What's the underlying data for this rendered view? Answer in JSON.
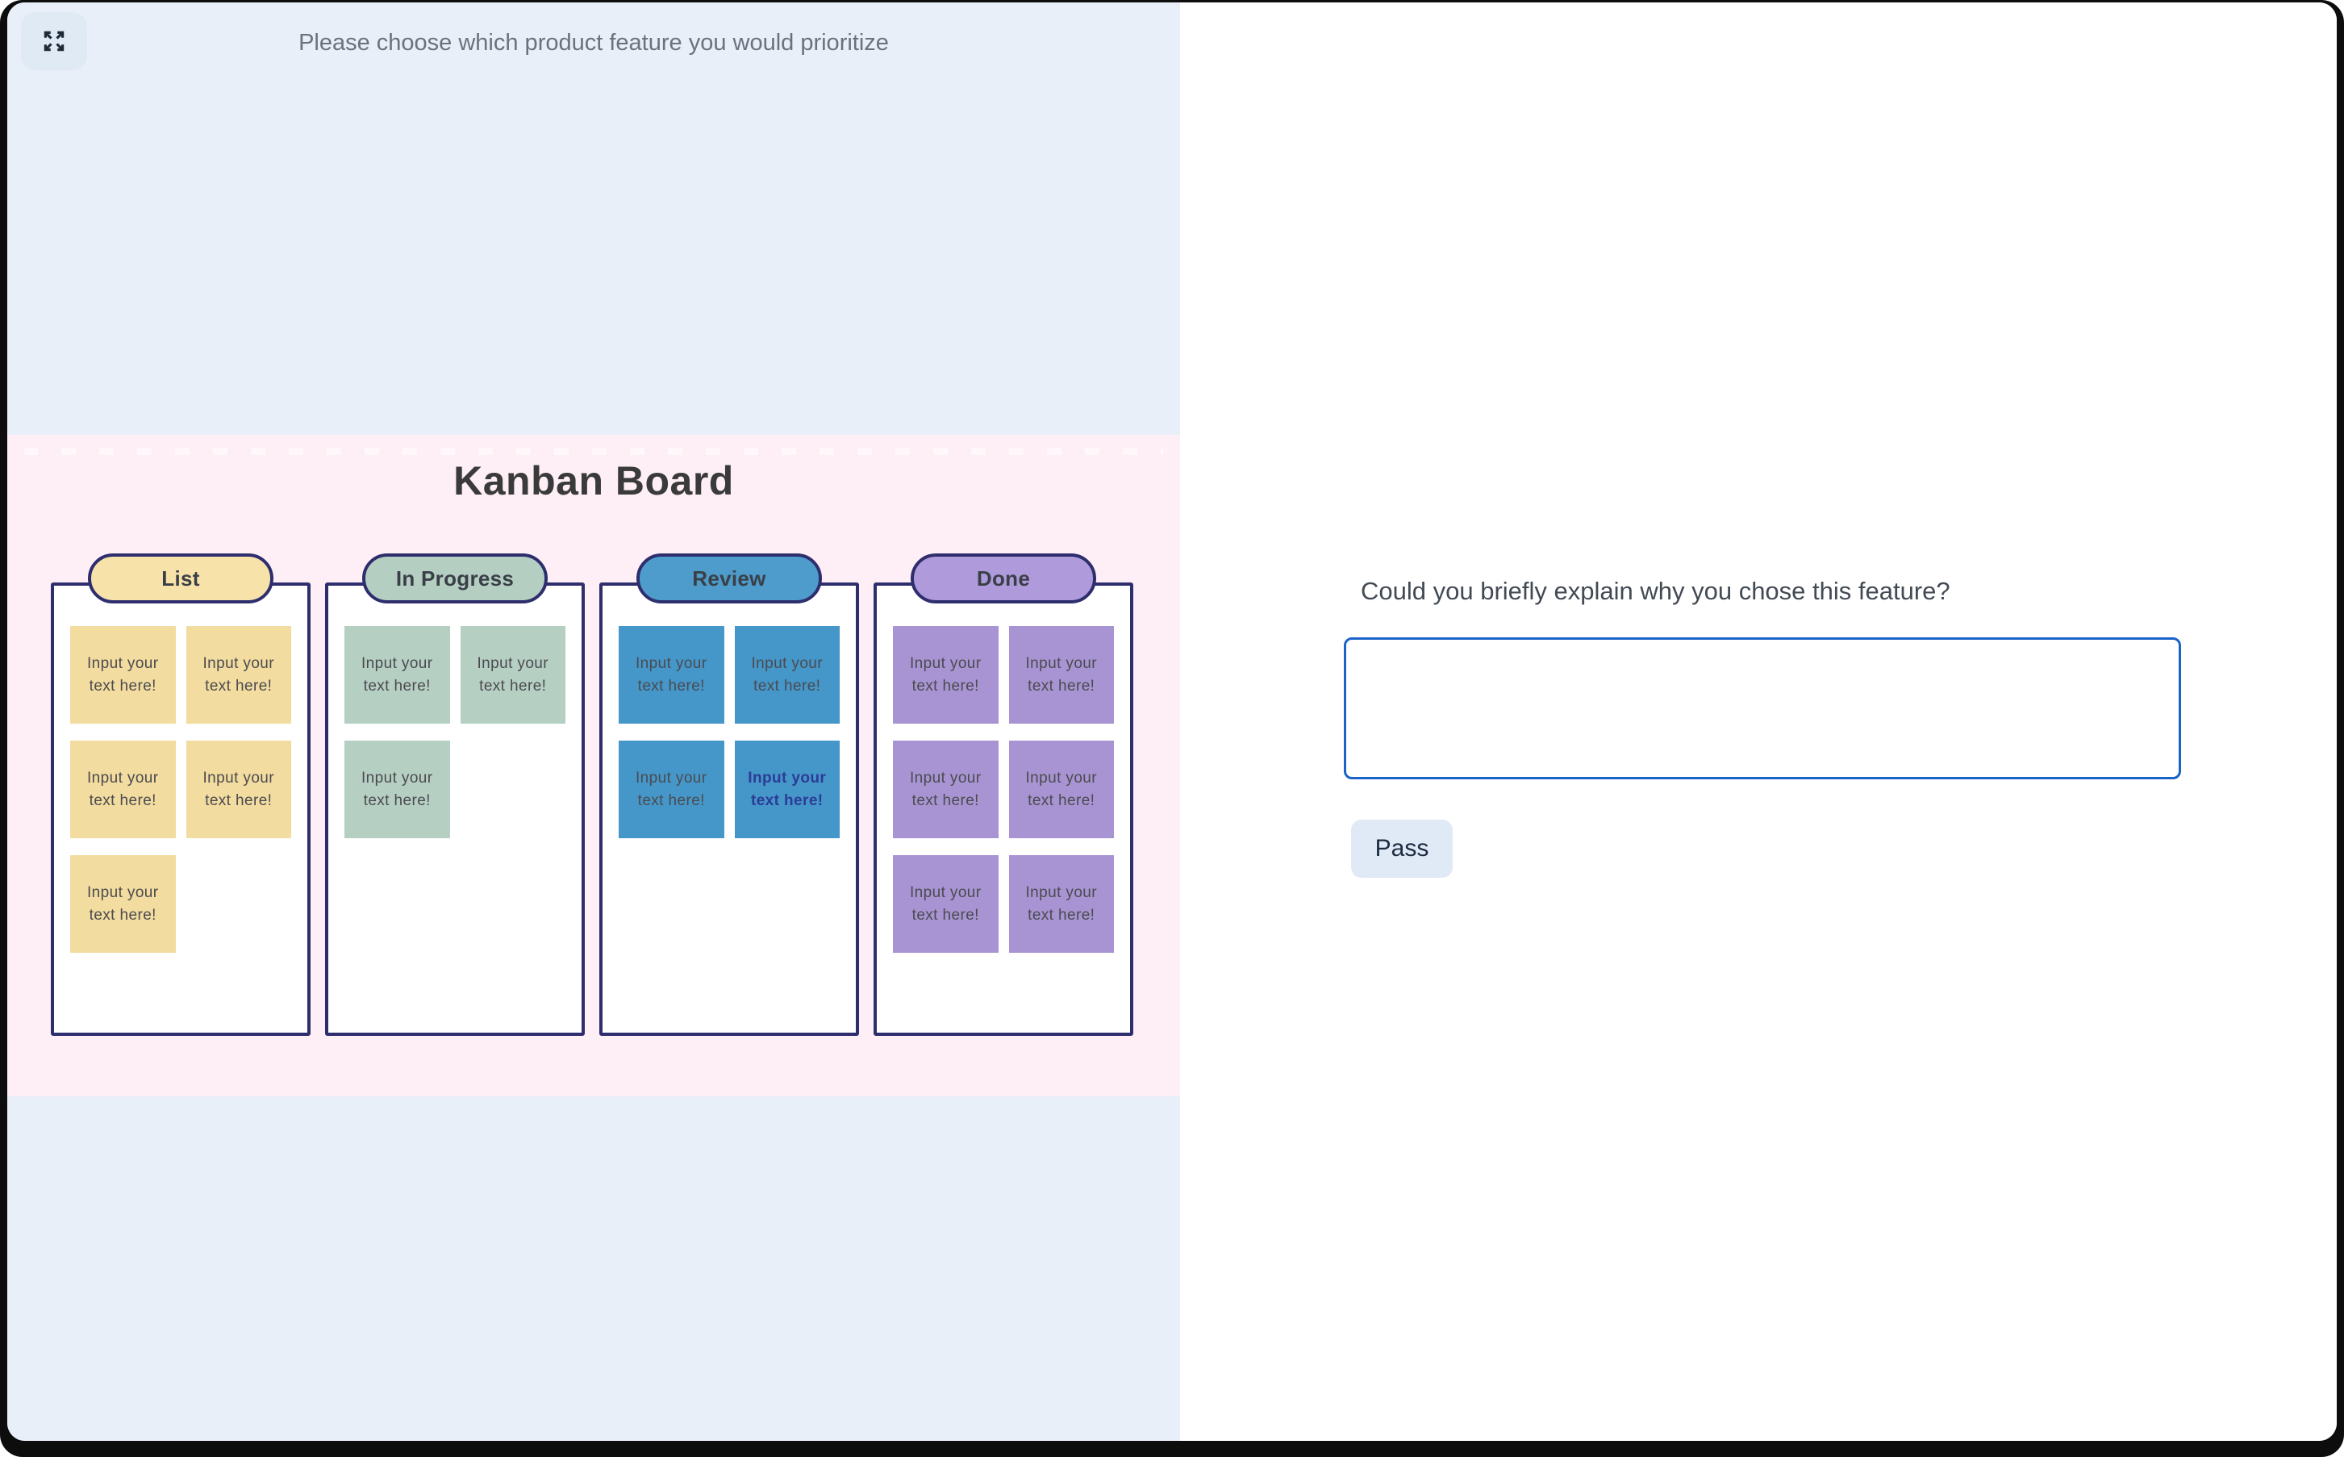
{
  "left_panel": {
    "prompt": "Please choose which product feature you would prioritize",
    "expand_icon": "expand-arrows-icon",
    "background_color": "#e9eff8"
  },
  "board": {
    "title": "Kanban Board",
    "background_color": "#fdeff5",
    "outline_color": "#2e2e6e",
    "columns": [
      {
        "name": "List",
        "pill_color": "#f7e3a9",
        "card_color": "#f3dc9f",
        "cards": [
          {
            "text": "Input your text here!",
            "variant": "normal"
          },
          {
            "text": "Input your text here!",
            "variant": "normal"
          },
          {
            "text": "Input your text here!",
            "variant": "normal"
          },
          {
            "text": "Input your text here!",
            "variant": "normal"
          },
          {
            "text": "Input your text here!",
            "variant": "normal"
          }
        ]
      },
      {
        "name": "In Progress",
        "pill_color": "#b4cfc2",
        "card_color": "#b6cfc3",
        "cards": [
          {
            "text": "Input your text here!",
            "variant": "normal"
          },
          {
            "text": "Input your text here!",
            "variant": "normal"
          },
          {
            "text": "Input your text here!",
            "variant": "normal"
          }
        ]
      },
      {
        "name": "Review",
        "pill_color": "#4e9ccb",
        "card_color": "#4596c9",
        "cards": [
          {
            "text": "Input your text here!",
            "variant": "normal"
          },
          {
            "text": "Input your text here!",
            "variant": "normal"
          },
          {
            "text": "Input your text here!",
            "variant": "normal"
          },
          {
            "text": "Input your text here!",
            "variant": "highlight"
          }
        ]
      },
      {
        "name": "Done",
        "pill_color": "#af9bdb",
        "card_color": "#a894d2",
        "cards": [
          {
            "text": "Input your text here!",
            "variant": "normal"
          },
          {
            "text": "Input your text here!",
            "variant": "normal"
          },
          {
            "text": "Input your text here!",
            "variant": "normal"
          },
          {
            "text": "Input your text here!",
            "variant": "normal"
          },
          {
            "text": "Input your text here!",
            "variant": "normal"
          },
          {
            "text": "Input your text here!",
            "variant": "normal"
          }
        ]
      }
    ]
  },
  "question_panel": {
    "question": "Could you briefly explain why you chose this feature?",
    "answer_value": "",
    "answer_border_color": "#1a63c8",
    "pass_label": "Pass"
  }
}
